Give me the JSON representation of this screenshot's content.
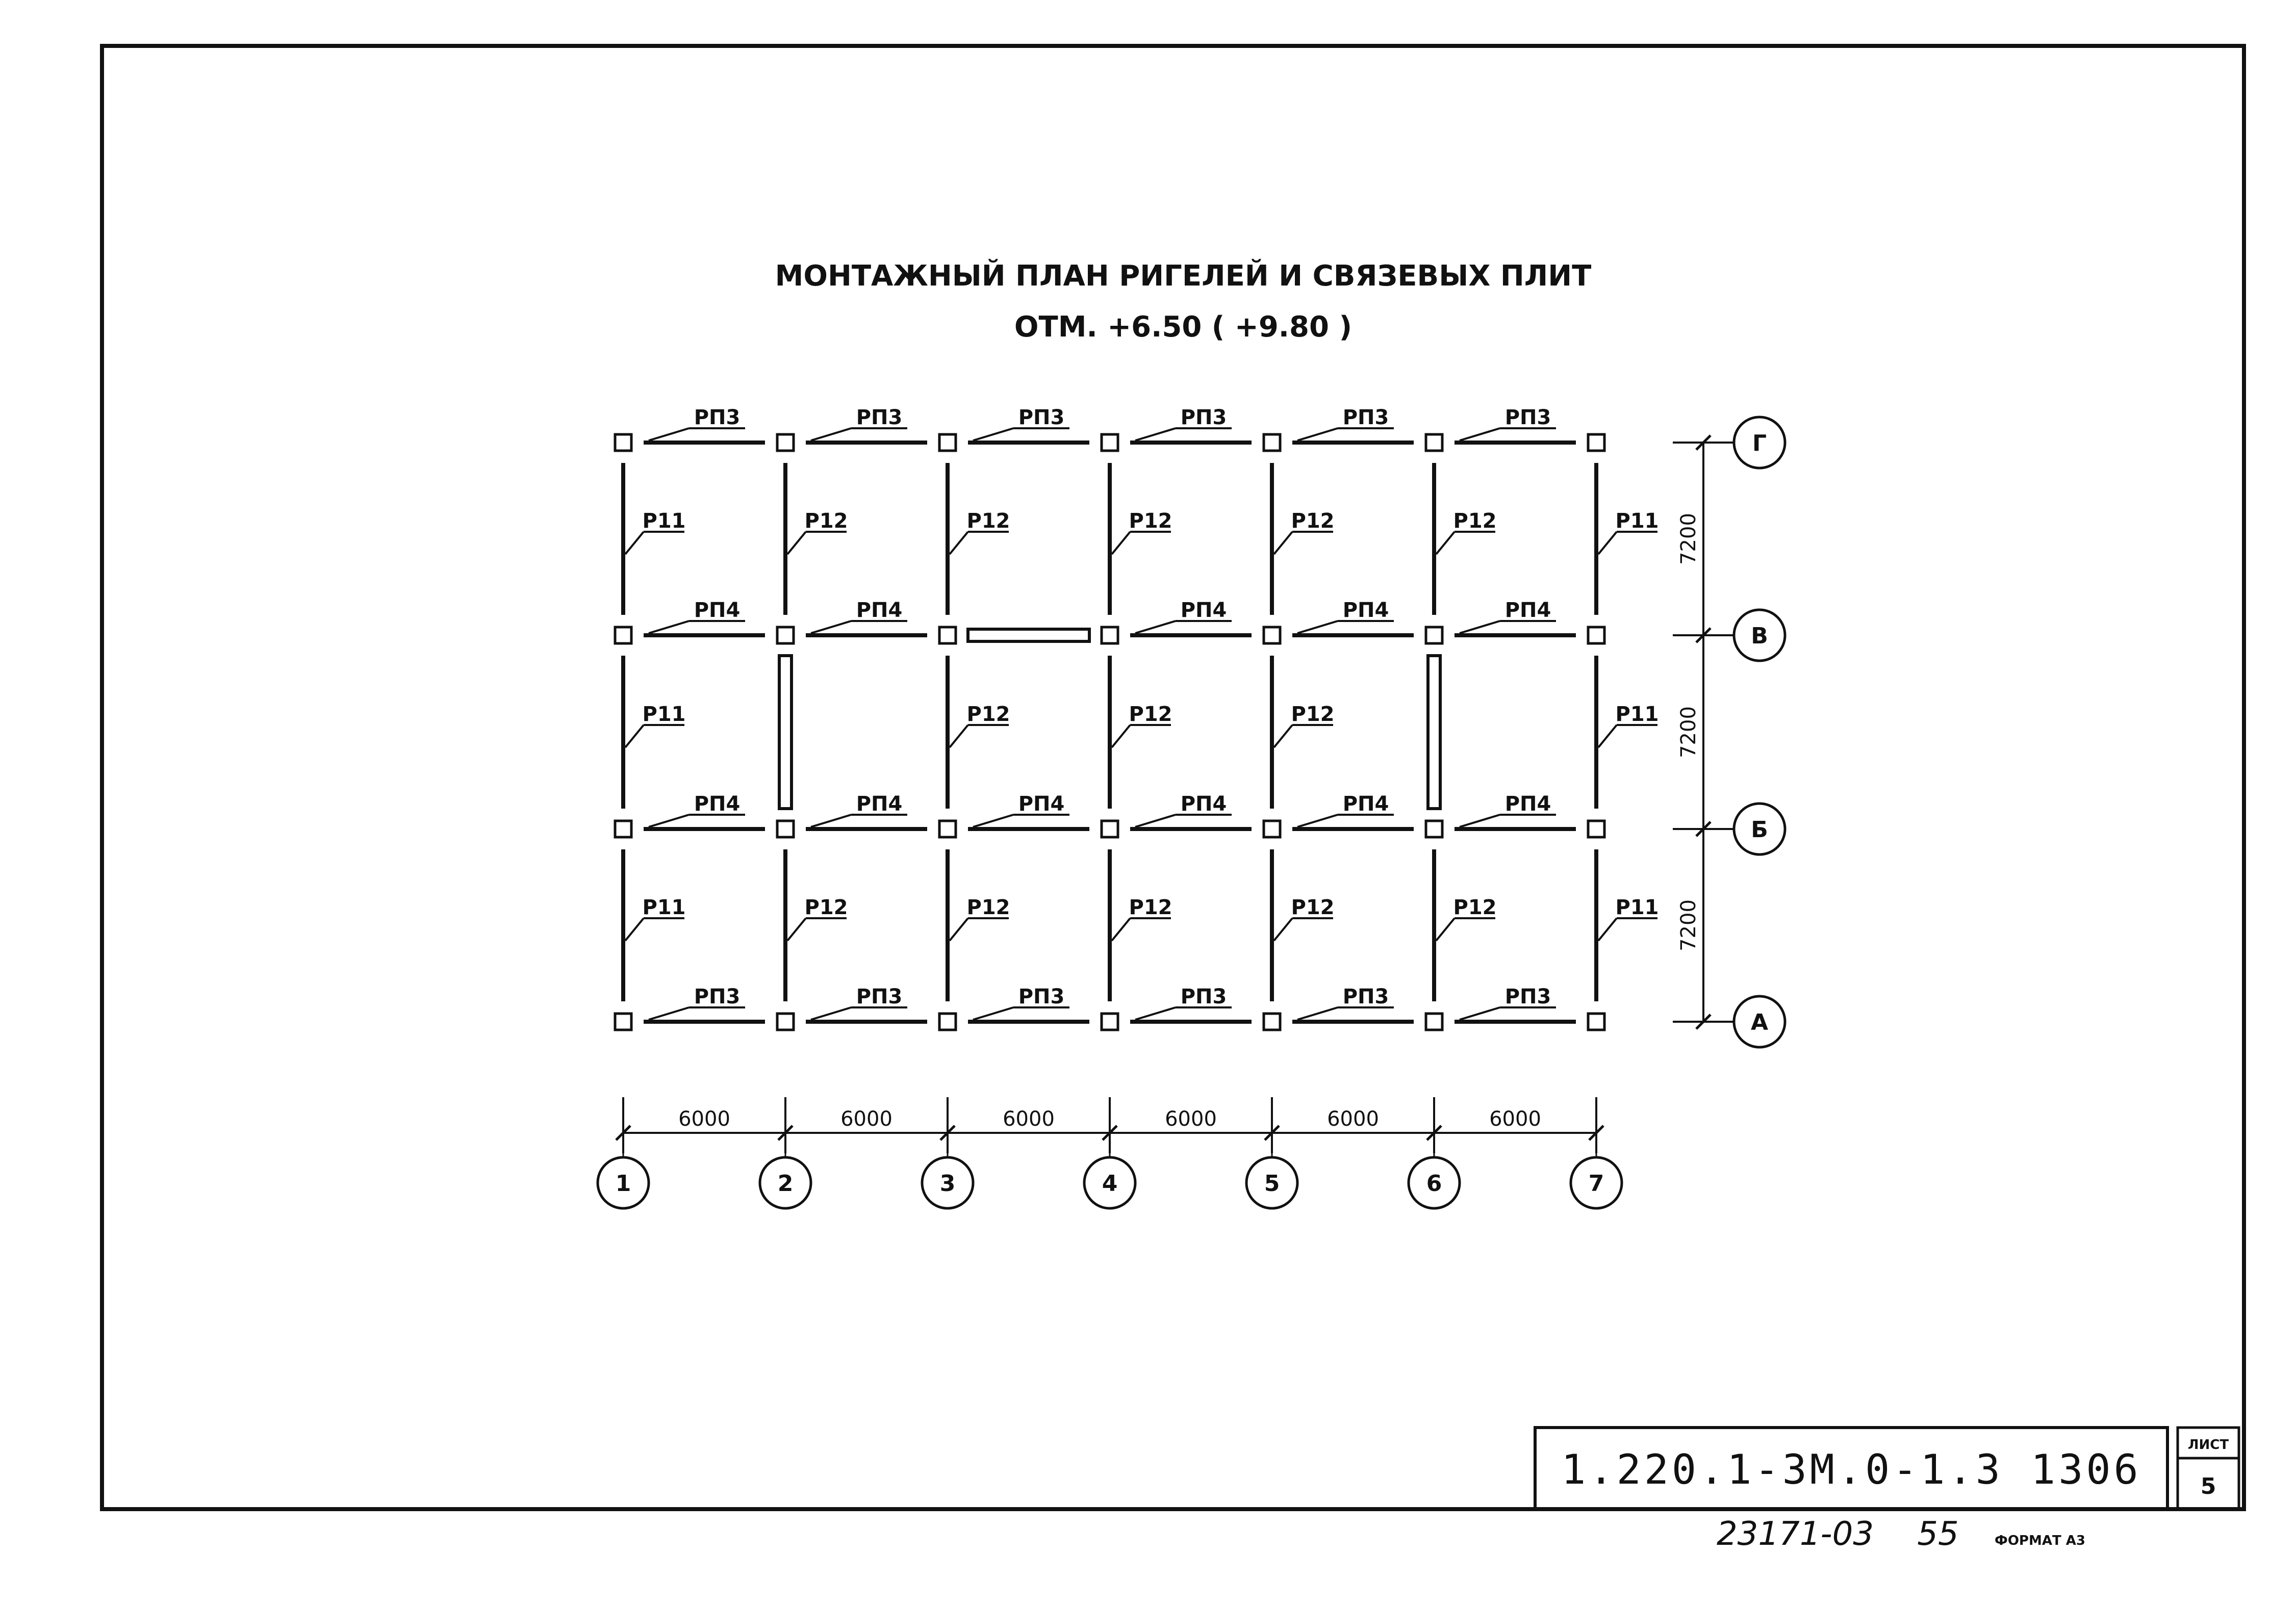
{
  "title": {
    "line1": "МОНТАЖНЫЙ ПЛАН РИГЕЛЕЙ И СВЯЗЕВЫХ ПЛИТ",
    "line2": "ОТМ. +6.50 ( +9.80 )"
  },
  "column_axes": [
    "1",
    "2",
    "3",
    "4",
    "5",
    "6",
    "7"
  ],
  "row_axes": [
    "Г",
    "В",
    "Б",
    "А"
  ],
  "bay_dimensions": [
    "6000",
    "6000",
    "6000",
    "6000",
    "6000",
    "6000"
  ],
  "span_dimensions": [
    "7200",
    "7200",
    "7200"
  ],
  "horizontal_rows": [
    [
      "РП3",
      "РП3",
      "РП3",
      "РП3",
      "РП3",
      "РП3"
    ],
    [
      "РП4",
      "РП4",
      "",
      "РП4",
      "РП4",
      "РП4"
    ],
    [
      "РП4",
      "РП4",
      "РП4",
      "РП4",
      "РП4",
      "РП4"
    ],
    [
      "РП3",
      "РП3",
      "РП3",
      "РП3",
      "РП3",
      "РП3"
    ]
  ],
  "vertical_spans": [
    [
      "Р11",
      "Р12",
      "Р12",
      "Р12",
      "Р12",
      "Р12",
      "Р11"
    ],
    [
      "Р11",
      "",
      "Р12",
      "Р12",
      "Р12",
      "",
      "Р11"
    ],
    [
      "Р11",
      "Р12",
      "Р12",
      "Р12",
      "Р12",
      "Р12",
      "Р11"
    ]
  ],
  "stamp": {
    "code": "1.220.1-3М.0-1.3 1306",
    "sheet_label": "ЛИСТ",
    "sheet_number": "5"
  },
  "footer": {
    "handwritten": "23171-03",
    "page_mark": "55",
    "format": "ФОРМАТ А3"
  }
}
